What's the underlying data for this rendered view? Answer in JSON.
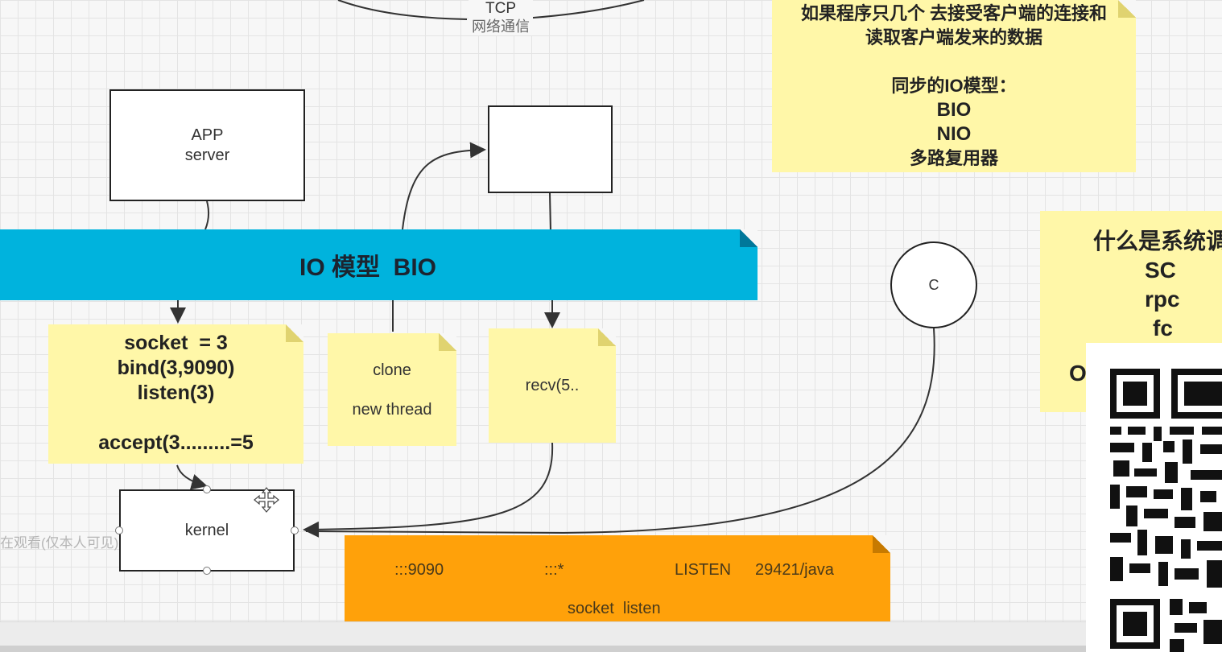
{
  "tcp_label": "TCP",
  "tcp_sub": "网络通信",
  "app_box": {
    "line1": "APP",
    "line2": "server"
  },
  "banner": {
    "title": "IO 模型  BIO"
  },
  "socket_note": {
    "l1": "socket  = 3",
    "l2": "bind(3,9090)",
    "l3": "listen(3)",
    "l4": "accept(3.........=5"
  },
  "clone_note": {
    "l1": "clone",
    "l2": "new thread"
  },
  "recv_note": {
    "l1": "recv(5.."
  },
  "kernel_box": {
    "label": "kernel"
  },
  "circle_c": {
    "label": "C"
  },
  "listen_note": {
    "addr": ":::9090",
    "peer": ":::*",
    "state": "LISTEN",
    "pid": "29421/java",
    "caption": "socket  listen"
  },
  "top_note": {
    "l1": "如果程序只几个 去接受客户端的连接和",
    "l2": "读取客户端发来的数据",
    "l3": "同步的IO模型：",
    "l4": "BIO",
    "l5": "NIO",
    "l6": "多路复用器"
  },
  "right_note": {
    "l1": "什么是系统调",
    "l2": "SC",
    "l3": "rpc",
    "l4": "fc",
    "l5": "O"
  },
  "watermark": "在观看(仅本人可见)"
}
